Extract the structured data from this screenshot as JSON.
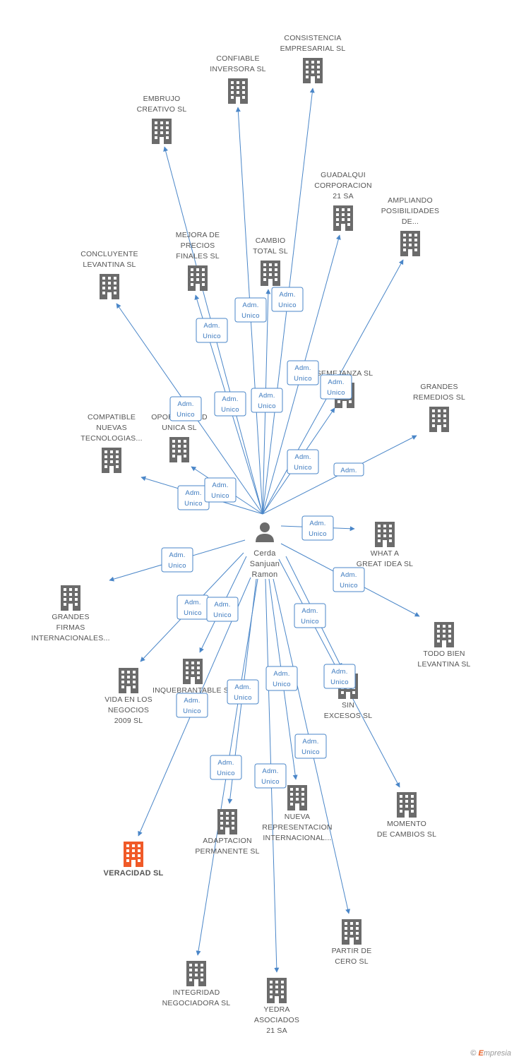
{
  "colors": {
    "edge": "#4a86c8",
    "building": "#6b6b6b",
    "highlight": "#f05a28",
    "badge_text": "#3a78be",
    "label": "#555555"
  },
  "person": {
    "icon": "person-icon",
    "lines": [
      "Cerda",
      "Sanjuan",
      "Ramon"
    ]
  },
  "companies": [
    {
      "id": "consistencia",
      "lines": [
        "CONSISTENCIA",
        "EMPRESARIAL SL"
      ]
    },
    {
      "id": "confiable",
      "lines": [
        "CONFIABLE",
        "INVERSORA SL"
      ]
    },
    {
      "id": "embrujo",
      "lines": [
        "EMBRUJO",
        "CREATIVO SL"
      ]
    },
    {
      "id": "guadalqui",
      "lines": [
        "GUADALQUI",
        "CORPORACION",
        "21 SA"
      ]
    },
    {
      "id": "ampliando",
      "lines": [
        "AMPLIANDO",
        "POSIBILIDADES",
        "DE..."
      ]
    },
    {
      "id": "mejora",
      "lines": [
        "MEJORA DE",
        "PRECIOS",
        "FINALES SL"
      ]
    },
    {
      "id": "cambio",
      "lines": [
        "CAMBIO",
        "TOTAL SL"
      ]
    },
    {
      "id": "concluyente",
      "lines": [
        "CONCLUYENTE",
        "LEVANTINA SL"
      ]
    },
    {
      "id": "semejanza",
      "lines": [
        "SEMEJANZA SL"
      ]
    },
    {
      "id": "grandes_remedios",
      "lines": [
        "GRANDES",
        "REMEDIOS SL"
      ]
    },
    {
      "id": "compatible",
      "lines": [
        "COMPATIBLE",
        "NUEVAS",
        "TECNOLOGIAS..."
      ]
    },
    {
      "id": "oportunidad",
      "lines": [
        "OPORTUNIDAD",
        "UNICA SL"
      ]
    },
    {
      "id": "what_a",
      "lines": [
        "WHAT A",
        "GREAT IDEA SL"
      ]
    },
    {
      "id": "grandes_firmas",
      "lines": [
        "GRANDES",
        "FIRMAS",
        "INTERNACIONALES..."
      ]
    },
    {
      "id": "todo_bien",
      "lines": [
        "TODO BIEN",
        "LEVANTINA SL"
      ]
    },
    {
      "id": "vida",
      "lines": [
        "VIDA EN LOS",
        "NEGOCIOS",
        "2009 SL"
      ]
    },
    {
      "id": "inquebrantable",
      "lines": [
        "INQUEBRANTABLE SL"
      ]
    },
    {
      "id": "sin_excesos",
      "lines": [
        "SIN",
        "EXCESOS SL"
      ]
    },
    {
      "id": "nueva",
      "lines": [
        "NUEVA",
        "REPRESENTACION",
        "INTERNACIONAL..."
      ]
    },
    {
      "id": "momento",
      "lines": [
        "MOMENTO",
        "DE CAMBIOS SL"
      ]
    },
    {
      "id": "adaptacion",
      "lines": [
        "ADAPTACION",
        "PERMANENTE SL"
      ]
    },
    {
      "id": "veracidad",
      "lines": [
        "VERACIDAD SL"
      ],
      "highlight": true
    },
    {
      "id": "partir",
      "lines": [
        "PARTIR DE",
        "CERO SL"
      ]
    },
    {
      "id": "integridad",
      "lines": [
        "INTEGRIDAD",
        "NEGOCIADORA SL"
      ]
    },
    {
      "id": "yedra",
      "lines": [
        "YEDRA",
        "ASOCIADOS",
        "21 SA"
      ]
    }
  ],
  "badge_lines": [
    "Adm.",
    "Unico"
  ],
  "badge_short": [
    "Adm."
  ],
  "footer": {
    "copyright": "©",
    "brand_initial": "E",
    "brand_rest": "mpresia"
  }
}
